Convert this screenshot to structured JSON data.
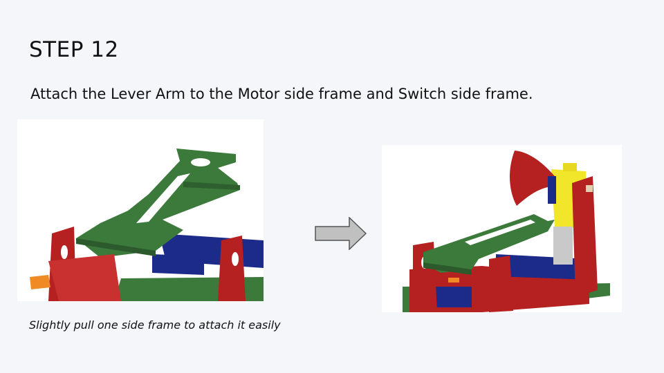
{
  "slide": {
    "title": "STEP 12",
    "instruction": "Attach the Lever Arm to the Motor side frame and Switch side frame.",
    "note": "Slightly pull one side frame to attach it easily"
  },
  "images": {
    "before": "cad-render-lever-arm-before-attach",
    "after": "cad-render-lever-arm-after-attach"
  },
  "colors": {
    "background": "#f5f6fa",
    "green_part": "#3b7a3b",
    "red_part": "#b52020",
    "blue_part": "#1c2a8a",
    "yellow_part": "#f2e62a",
    "orange_part": "#f08a24",
    "arrow_fill": "#c0c0c0"
  }
}
